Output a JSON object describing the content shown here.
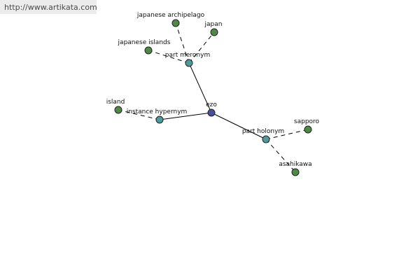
{
  "watermark": {
    "text": "http://www.artikata.com"
  },
  "graph": {
    "colors": {
      "root": "#4a4f9c",
      "relation": "#4f9b9b",
      "leaf": "#4f8a45"
    },
    "nodes": [
      {
        "id": "ezo",
        "label": "ezo",
        "kind": "root"
      },
      {
        "id": "part-meronym",
        "label": "part meronym",
        "kind": "relation"
      },
      {
        "id": "instance-hypernym",
        "label": "instance hypernym",
        "kind": "relation"
      },
      {
        "id": "part-holonym",
        "label": "part holonym",
        "kind": "relation"
      },
      {
        "id": "japanese-archipelago",
        "label": "japanese archipelago",
        "kind": "leaf"
      },
      {
        "id": "japan",
        "label": "japan",
        "kind": "leaf"
      },
      {
        "id": "japanese-islands",
        "label": "japanese islands",
        "kind": "leaf"
      },
      {
        "id": "island",
        "label": "island",
        "kind": "leaf"
      },
      {
        "id": "sapporo",
        "label": "sapporo",
        "kind": "leaf"
      },
      {
        "id": "asahikawa",
        "label": "asahikawa",
        "kind": "leaf"
      }
    ],
    "edges": [
      {
        "from": "ezo",
        "to": "part-meronym",
        "style": "solid"
      },
      {
        "from": "ezo",
        "to": "instance-hypernym",
        "style": "solid"
      },
      {
        "from": "ezo",
        "to": "part-holonym",
        "style": "solid"
      },
      {
        "from": "part-meronym",
        "to": "japanese-archipelago",
        "style": "dashed"
      },
      {
        "from": "part-meronym",
        "to": "japan",
        "style": "dashed"
      },
      {
        "from": "part-meronym",
        "to": "japanese-islands",
        "style": "dashed"
      },
      {
        "from": "instance-hypernym",
        "to": "island",
        "style": "dashed"
      },
      {
        "from": "part-holonym",
        "to": "sapporo",
        "style": "dashed"
      },
      {
        "from": "part-holonym",
        "to": "asahikawa",
        "style": "dashed"
      }
    ]
  }
}
